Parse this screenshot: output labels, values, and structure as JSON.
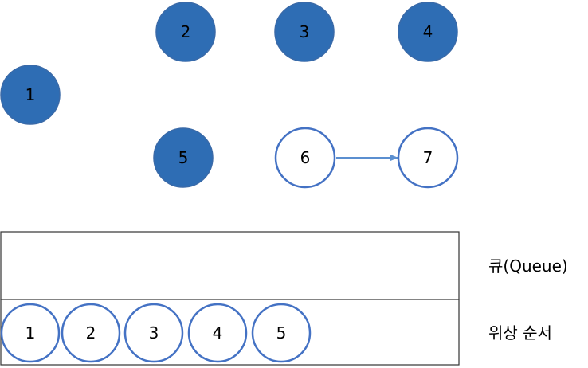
{
  "colors": {
    "visited_fill": "#2e6db4",
    "visited_stroke": "#3a6aa8",
    "unvisited_fill": "#ffffff",
    "unvisited_stroke": "#4472c4",
    "edge": "#5b8fd0",
    "box_stroke": "#333333",
    "text": "#000000"
  },
  "graph": {
    "nodes": [
      {
        "label": "1",
        "visited": true
      },
      {
        "label": "2",
        "visited": true
      },
      {
        "label": "3",
        "visited": true
      },
      {
        "label": "4",
        "visited": true
      },
      {
        "label": "5",
        "visited": true
      },
      {
        "label": "6",
        "visited": false
      },
      {
        "label": "7",
        "visited": false
      }
    ],
    "edges": [
      {
        "from": "6",
        "to": "7"
      }
    ]
  },
  "queue": {
    "label": "큐(Queue)",
    "items": []
  },
  "topological_order": {
    "label": "위상 순서",
    "items": [
      "1",
      "2",
      "3",
      "4",
      "5"
    ]
  }
}
